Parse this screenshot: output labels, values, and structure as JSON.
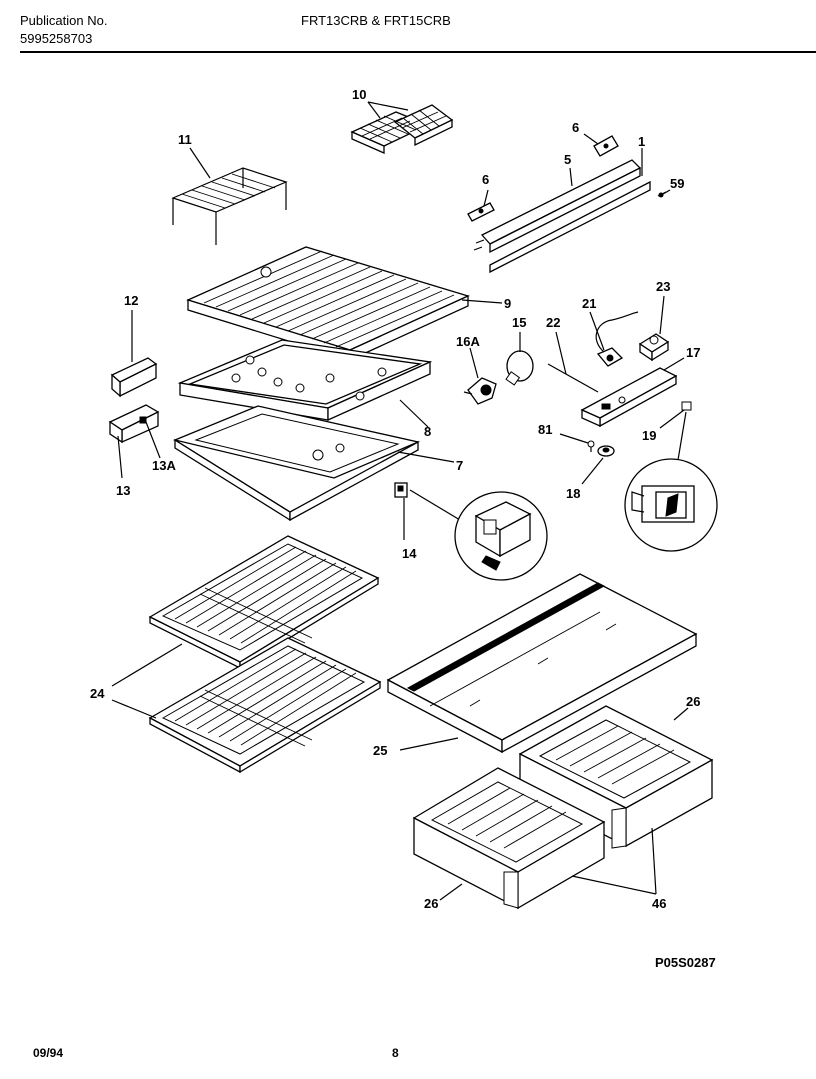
{
  "header": {
    "publication_label": "Publication No.",
    "publication_number": "5995258703",
    "models": "FRT13CRB & FRT15CRB"
  },
  "labels": {
    "p10": "10",
    "p11": "11",
    "p6a": "6",
    "p6b": "6",
    "p5": "5",
    "p1": "1",
    "p59": "59",
    "p9": "9",
    "p12": "12",
    "p16a": "16A",
    "p15": "15",
    "p22": "22",
    "p21": "21",
    "p23": "23",
    "p17": "17",
    "p8": "8",
    "p81": "81",
    "p19": "19",
    "p7": "7",
    "p13a": "13A",
    "p13": "13",
    "p18": "18",
    "p14": "14",
    "p24": "24",
    "p25": "25",
    "p26a": "26",
    "p26b": "26",
    "p46": "46"
  },
  "footer": {
    "figure_code": "P05S0287",
    "date": "09/94",
    "page": "8"
  }
}
